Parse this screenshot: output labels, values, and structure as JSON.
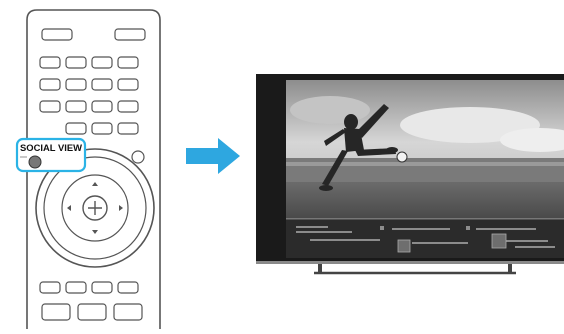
{
  "remote": {
    "highlight_label": "SOCIAL VIEW",
    "highlight_color": "#2bb3e6",
    "body_color": "#ffffff",
    "outline_color": "#555555"
  },
  "arrow": {
    "color": "#2ea7e0",
    "direction": "right"
  },
  "tv": {
    "frame_color": "#1a1a1a",
    "stand_color": "#444444",
    "screen_image": "soccer-player-kicking-ball-photo",
    "overlay": "social-view-bar"
  }
}
